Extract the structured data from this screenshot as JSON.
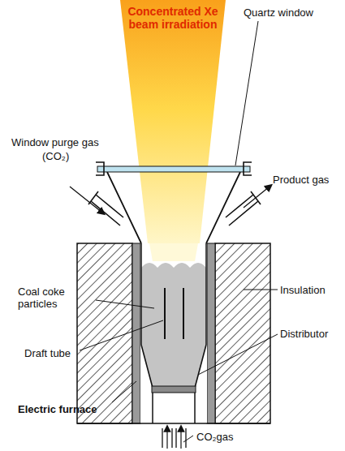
{
  "diagram": {
    "nodes": [
      {
        "text": [
          "Concentrated Xe beam irradiation"
        ]
      }
    ],
    "labels": [
      "Quartz window",
      "Window purge gas",
      "(CO₂)",
      "Product gas",
      "Coal coke particles",
      "Draft tube",
      "Insulation",
      "Distributor",
      "Electric furnace",
      "CO₂gas"
    ]
  }
}
